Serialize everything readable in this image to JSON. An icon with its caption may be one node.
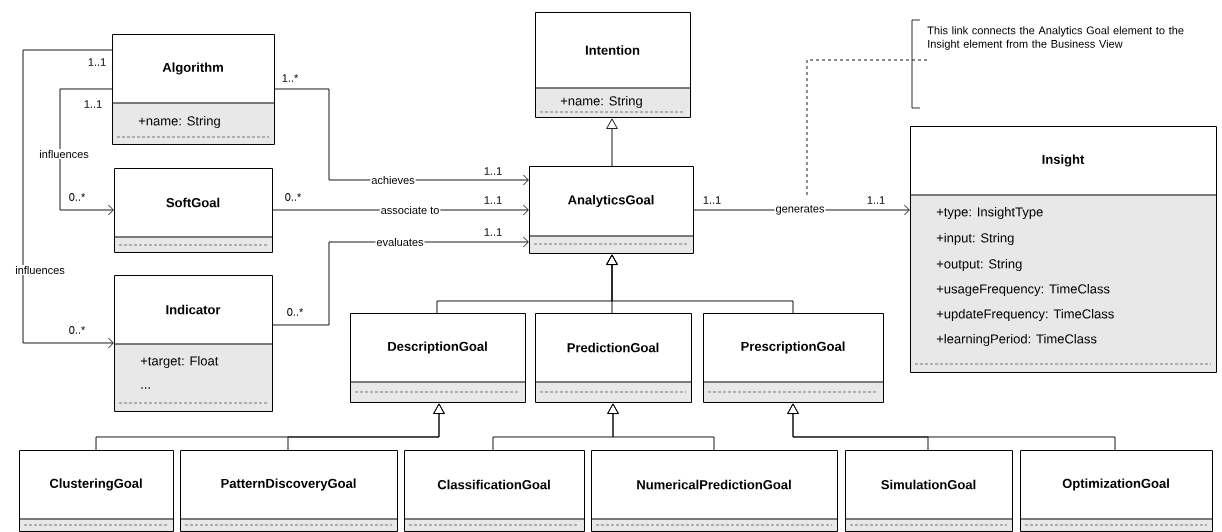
{
  "diagram": {
    "nodes": [
      {
        "text": [
          "Algorithm",
          "+name: String"
        ]
      },
      {
        "text": [
          "Intention",
          "+name: String"
        ]
      },
      {
        "text": [
          "This link connects the Analytics Goal element to the Insight element from the Business View"
        ]
      },
      {
        "text": [
          "SoftGoal"
        ]
      },
      {
        "text": [
          "AnalyticsGoal"
        ]
      },
      {
        "text": [
          "Insight",
          "+type: InsightType",
          "+input: String",
          "+output: String",
          "+usageFrequency: TimeClass",
          "+updateFrequency: TimeClass",
          "+learningPeriod: TimeClass"
        ]
      },
      {
        "text": [
          "Indicator",
          "+target: Float",
          "..."
        ]
      },
      {
        "text": [
          "DescriptionGoal"
        ]
      },
      {
        "text": [
          "PredictionGoal"
        ]
      },
      {
        "text": [
          "PrescriptionGoal"
        ]
      },
      {
        "text": [
          "ClusteringGoal"
        ]
      },
      {
        "text": [
          "PatternDiscoveryGoal"
        ]
      },
      {
        "text": [
          "ClassificationGoal"
        ]
      },
      {
        "text": [
          "NumericalPredictionGoal"
        ]
      },
      {
        "text": [
          "SimulationGoal"
        ]
      },
      {
        "text": [
          "OptimizationGoal"
        ]
      }
    ],
    "edges": [
      {
        "from": 0,
        "to": 3,
        "arrow": "to",
        "label": "influences"
      },
      {
        "from": 0,
        "to": 6,
        "arrow": "to",
        "label": "influences"
      },
      {
        "from": 0,
        "to": 4,
        "arrow": "to",
        "label": "achieves"
      },
      {
        "from": 3,
        "to": 4,
        "arrow": "to",
        "label": "associate to"
      },
      {
        "from": 6,
        "to": 4,
        "arrow": "to",
        "label": "evaluates"
      },
      {
        "from": 4,
        "to": 5,
        "arrow": "to",
        "label": "generates"
      },
      {
        "from": 4,
        "to": 1,
        "arrow": "to"
      },
      {
        "from": 7,
        "to": 4,
        "arrow": "to"
      },
      {
        "from": 8,
        "to": 4,
        "arrow": "to"
      },
      {
        "from": 9,
        "to": 4,
        "arrow": "to"
      },
      {
        "from": 10,
        "to": 7,
        "arrow": "to"
      },
      {
        "from": 11,
        "to": 7,
        "arrow": "to"
      },
      {
        "from": 12,
        "to": 8,
        "arrow": "to"
      },
      {
        "from": 13,
        "to": 8,
        "arrow": "to"
      },
      {
        "from": 14,
        "to": 9,
        "arrow": "to"
      },
      {
        "from": 15,
        "to": 9,
        "arrow": "to"
      },
      {
        "from": 2,
        "to": null,
        "arrow": "none",
        "style": "dashed"
      }
    ],
    "labels": [
      "1..1",
      "1..*",
      "1..1",
      "1..1",
      "0..*",
      "0..*",
      "1..1",
      "1..1",
      "1..1",
      "1..1",
      "0..*",
      "0..*"
    ]
  }
}
